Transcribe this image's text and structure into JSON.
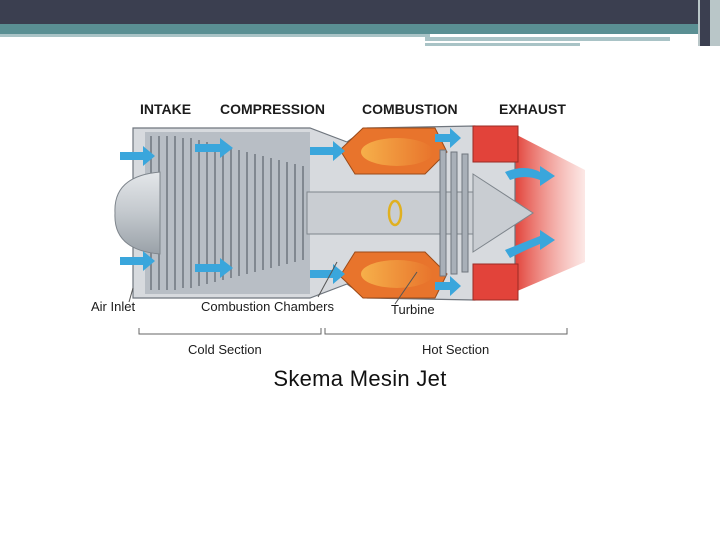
{
  "slide": {
    "caption": "Skema Mesin Jet",
    "header_colors": {
      "dark": "#3b3f50",
      "teal": "#5a8f93",
      "light": "#a9c3c6"
    }
  },
  "diagram": {
    "stages": {
      "intake": "INTAKE",
      "compression": "COMPRESSION",
      "combustion": "COMBUSTION",
      "exhaust": "EXHAUST"
    },
    "parts": {
      "air_inlet": "Air Inlet",
      "combustion_chambers": "Combustion Chambers",
      "turbine": "Turbine"
    },
    "sections": {
      "cold": "Cold Section",
      "hot": "Hot Section"
    },
    "colors": {
      "airflow": "#3aa6dc",
      "compressor": "#a9b0b8",
      "casing": "#8e959d",
      "combustor": "#e8742c",
      "flame": "#f59a3a",
      "exhaust": "#e2433a",
      "turbine": "#c9cdd2"
    }
  }
}
